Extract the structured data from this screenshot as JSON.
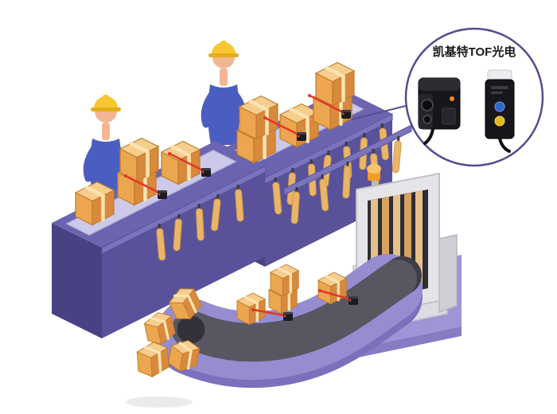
{
  "callout": {
    "label": "凯基特TOF光电",
    "products": [
      {
        "name": "tof-photoelectric-sensor"
      },
      {
        "name": "sensor-amplifier-remote"
      }
    ]
  },
  "icons": {
    "sensor": "black-tof-sensor",
    "beam": "red-laser-beam",
    "beacon": "orange-beacon-light",
    "box": "cardboard-carton",
    "worker": "worker-with-hard-hat"
  },
  "palette": {
    "accent": "#5b4a8f",
    "platformTop": "#6b64b0",
    "platformFront": "#59529b",
    "platformSide": "#484184",
    "lane": "#cdc9ea",
    "boxTop": "#f6cd8d",
    "boxLeft": "#eca64f",
    "boxRight": "#d8893c",
    "boxEdge": "#bf7d2b",
    "tape": "#fbe3b0",
    "beam": "#e53528",
    "sensor": "#1b1b20",
    "rod": "#eab566",
    "rodStroke": "#cf9a4e",
    "rail": "#7b74bd",
    "beltDark": "#3f3e47",
    "beltSlat": "#585761",
    "baseLight": "#968cd0",
    "baseDark": "#7a70bc",
    "gateFrame": "#e4e4e9",
    "gateInner": "#2e2d37",
    "stripA": "#e7c089",
    "stripB": "#d8a25f",
    "beacon": "#f49b2a",
    "beaconDome": "#f9c368",
    "skin": "#f3b693",
    "helmet": "#f8c731",
    "helmetDark": "#e2ae1c",
    "shirt": "#4a5ec2"
  }
}
